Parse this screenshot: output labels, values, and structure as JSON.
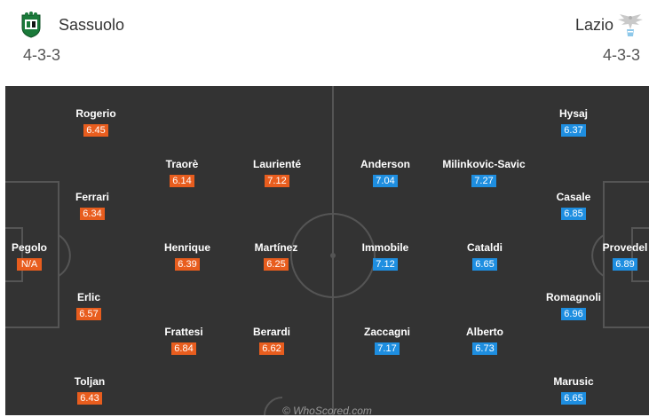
{
  "home": {
    "name": "Sassuolo",
    "formation": "4-3-3",
    "crest_icon": "sassuolo-crest-icon",
    "rating_color": "#e85d1e",
    "players": [
      {
        "name": "Rogerio",
        "rating": "6.45"
      },
      {
        "name": "Ferrari",
        "rating": "6.34"
      },
      {
        "name": "Pegolo",
        "rating": "N/A"
      },
      {
        "name": "Erlic",
        "rating": "6.57"
      },
      {
        "name": "Toljan",
        "rating": "6.43"
      },
      {
        "name": "Traorè",
        "rating": "6.14"
      },
      {
        "name": "Henrique",
        "rating": "6.39"
      },
      {
        "name": "Frattesi",
        "rating": "6.84"
      },
      {
        "name": "Laurienté",
        "rating": "7.12"
      },
      {
        "name": "Martínez",
        "rating": "6.25"
      },
      {
        "name": "Berardi",
        "rating": "6.62"
      }
    ]
  },
  "away": {
    "name": "Lazio",
    "formation": "4-3-3",
    "crest_icon": "lazio-eagle-crest-icon",
    "rating_color": "#1e8ee0",
    "players": [
      {
        "name": "Hysaj",
        "rating": "6.37"
      },
      {
        "name": "Casale",
        "rating": "6.85"
      },
      {
        "name": "Provedel",
        "rating": "6.89"
      },
      {
        "name": "Romagnoli",
        "rating": "6.96"
      },
      {
        "name": "Marusic",
        "rating": "6.65"
      },
      {
        "name": "Anderson",
        "rating": "7.04"
      },
      {
        "name": "Milinkovic-Savic",
        "rating": "7.27"
      },
      {
        "name": "Immobile",
        "rating": "7.12"
      },
      {
        "name": "Cataldi",
        "rating": "6.65"
      },
      {
        "name": "Zaccagni",
        "rating": "7.17"
      },
      {
        "name": "Alberto",
        "rating": "6.73"
      }
    ]
  },
  "watermark": "© WhoScored.com"
}
